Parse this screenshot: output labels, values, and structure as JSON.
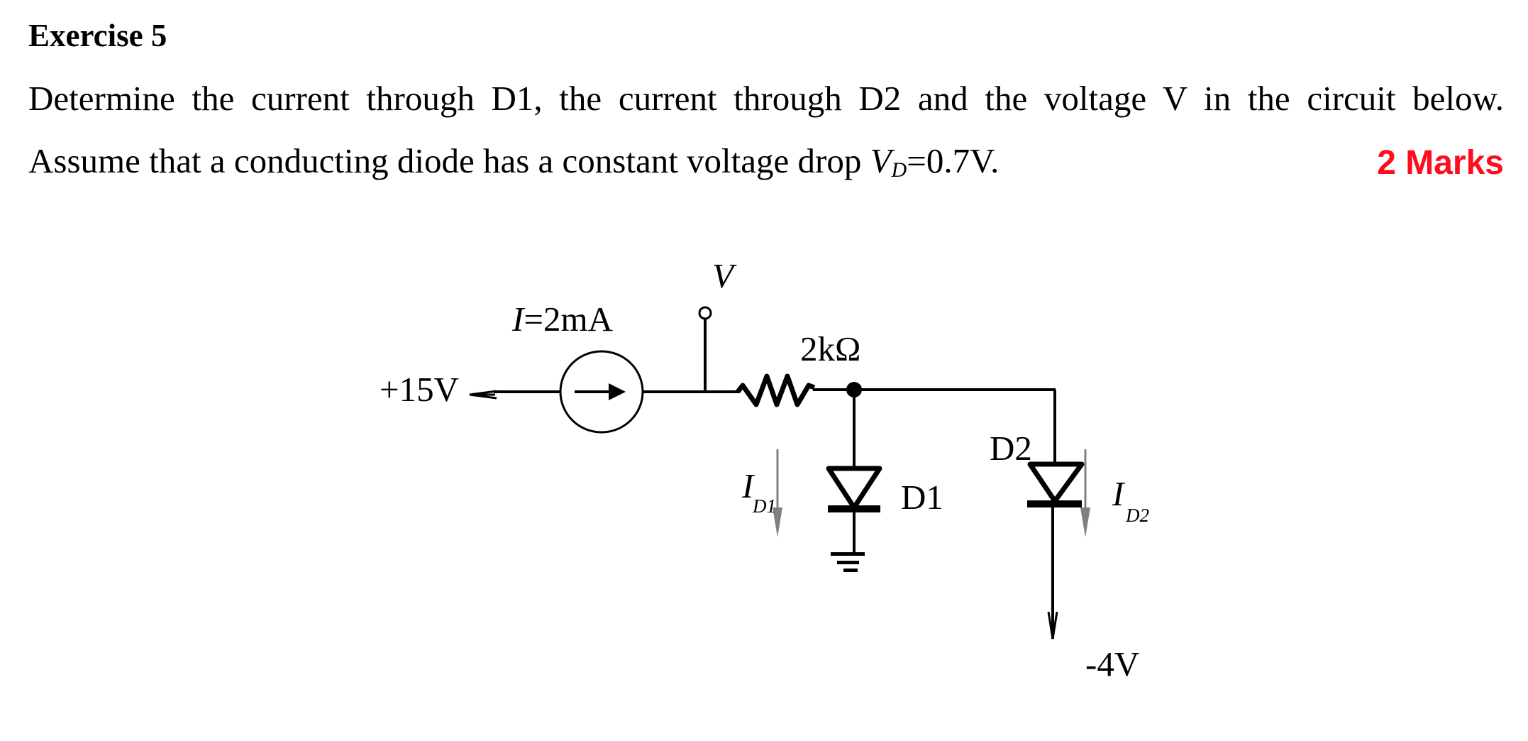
{
  "exercise": {
    "title": "Exercise 5",
    "question_line1": "Determine the current through D1, the current through D2 and the voltage V in the circuit below.",
    "question_line2_prefix": "Assume that a conducting diode has a constant voltage drop ",
    "vd_symbol": "V",
    "vd_subscript": "D",
    "question_line2_suffix": "=0.7V.",
    "marks": "2 Marks",
    "marks_color": "#ff0d1c"
  },
  "circuit": {
    "supply_label": "+15V",
    "current_source_label_symbol": "I",
    "current_source_label_value": "=2mA",
    "node_label": "V",
    "resistor_label": "2kΩ",
    "diode1_label": "D1",
    "diode2_label": "D2",
    "id1_symbol": "I",
    "id1_subscript": "D1",
    "id2_symbol": "I",
    "id2_subscript": "D2",
    "negative_supply_label": "-4V",
    "current_arrow_color": "#808080"
  }
}
